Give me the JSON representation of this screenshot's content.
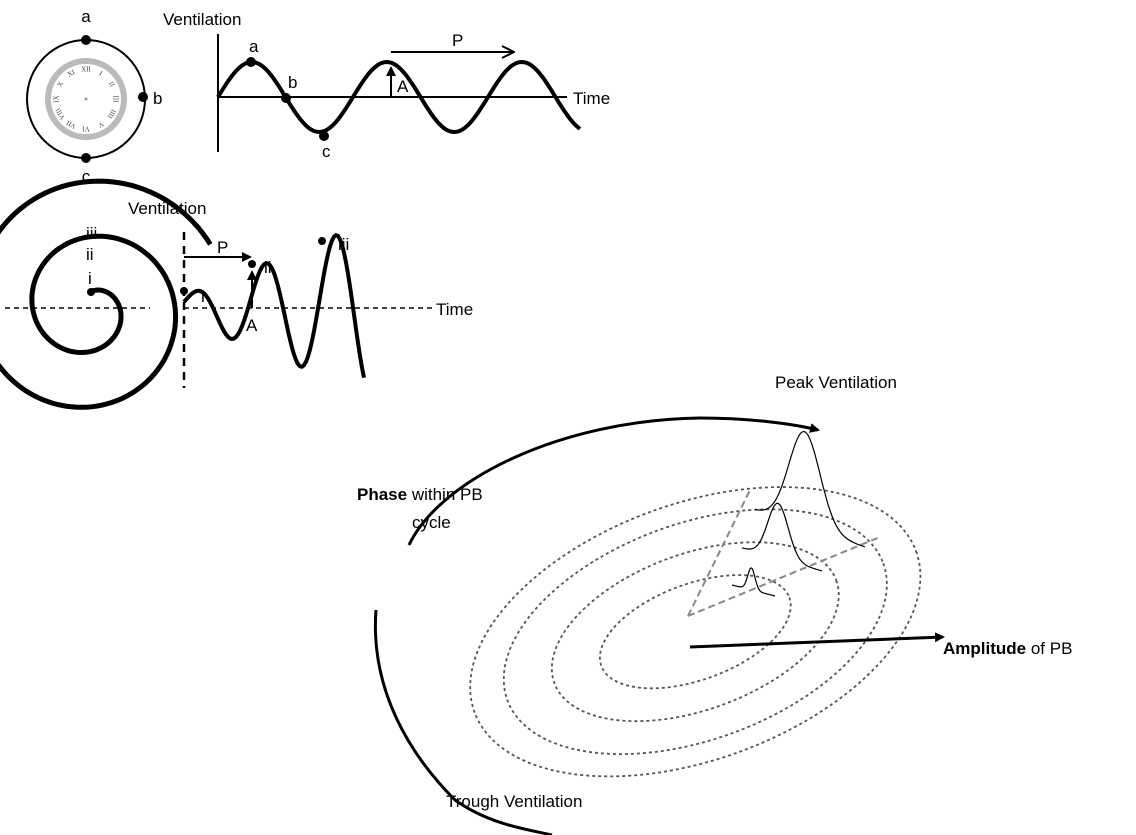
{
  "panel_clock": {
    "axis_y_label": "Ventilation",
    "axis_x_label": "Time",
    "point_a": "a",
    "point_b": "b",
    "point_c": "c",
    "period_label": "P",
    "amplitude_label": "A",
    "clock_numerals": [
      "XII",
      "I",
      "II",
      "III",
      "IIII",
      "V",
      "VI",
      "VII",
      "VIII",
      "IX",
      "X",
      "XI"
    ]
  },
  "panel_spiral": {
    "axis_y_label": "Ventilation",
    "axis_x_label": "Time",
    "point_i": "i",
    "point_ii": "ii",
    "point_iii": "iii",
    "period_label": "P",
    "amplitude_label": "A"
  },
  "panel_3d": {
    "peak_label": "Peak Ventilation",
    "trough_label": "Trough Ventilation",
    "phase_bold": "Phase",
    "phase_rest_1": " within PB",
    "phase_rest_2": "cycle",
    "amplitude_bold": "Amplitude",
    "amplitude_rest": " of PB"
  },
  "colors": {
    "ink": "#000000",
    "dotted_ellipse": "#555555",
    "guide_dashes": "#888888",
    "clock_face_ring": "#bbbbbb"
  }
}
